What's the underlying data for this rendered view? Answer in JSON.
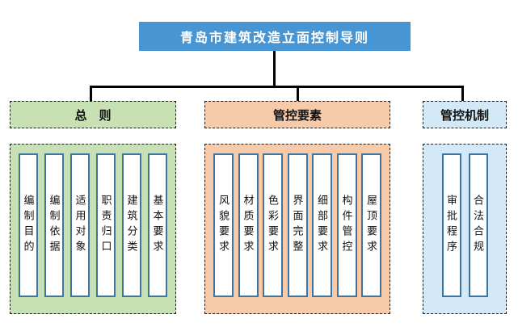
{
  "title": "青岛市建筑改造立面控制导则",
  "colors": {
    "title-bg": "#4795d2",
    "title-text": "#ffffff",
    "green-fill": "#c7e1b5",
    "orange-fill": "#f7cbaa",
    "blue-fill": "#d3e9f8",
    "item-border": "#3f74a0",
    "item-fill": "#ffffff",
    "dash-color": "#1a1a1a",
    "line-color": "#000000",
    "text-color": "#111111"
  },
  "sections": [
    {
      "id": "general",
      "header": "总　则",
      "items": [
        "编制目的",
        "编制依据",
        "适用对象",
        "职责归口",
        "建筑分类",
        "基本要求"
      ]
    },
    {
      "id": "elements",
      "header": "管控要素",
      "items": [
        "风貌要求",
        "材质要求",
        "色彩要求",
        "界面完整",
        "细部要求",
        "构件管控",
        "屋顶要求"
      ]
    },
    {
      "id": "mechanism",
      "header": "管控机制",
      "items": [
        "审批程序",
        "合法合规"
      ]
    }
  ]
}
